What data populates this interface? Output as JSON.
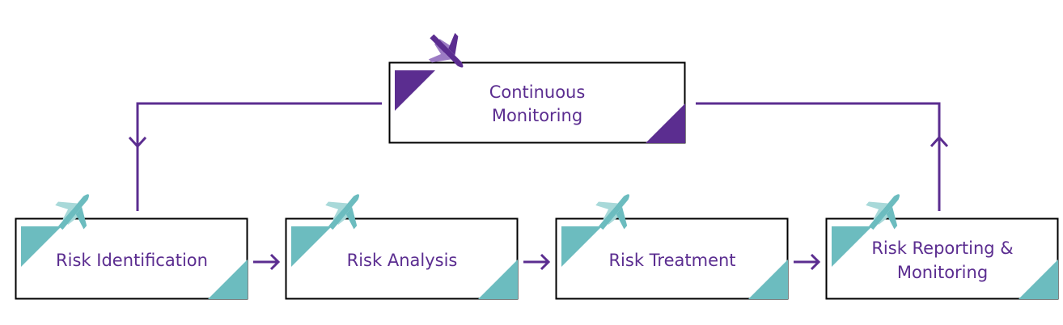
{
  "colors": {
    "primary": "#5b2d90",
    "accent": "#6cbcbf",
    "accent_light": "#a8d9d9",
    "primary_light": "#9c7cc4",
    "border": "#000000",
    "background": "#ffffff"
  },
  "diagram": {
    "top_box": {
      "lines": [
        "Continuous",
        "Monitoring"
      ],
      "icon": "airplane-icon"
    },
    "steps": [
      {
        "lines": [
          "Risk Identification"
        ],
        "icon": "airplane-icon"
      },
      {
        "lines": [
          "Risk Analysis"
        ],
        "icon": "airplane-icon"
      },
      {
        "lines": [
          "Risk Treatment"
        ],
        "icon": "airplane-icon"
      },
      {
        "lines": [
          "Risk Reporting &",
          "Monitoring"
        ],
        "icon": "airplane-icon"
      }
    ]
  }
}
